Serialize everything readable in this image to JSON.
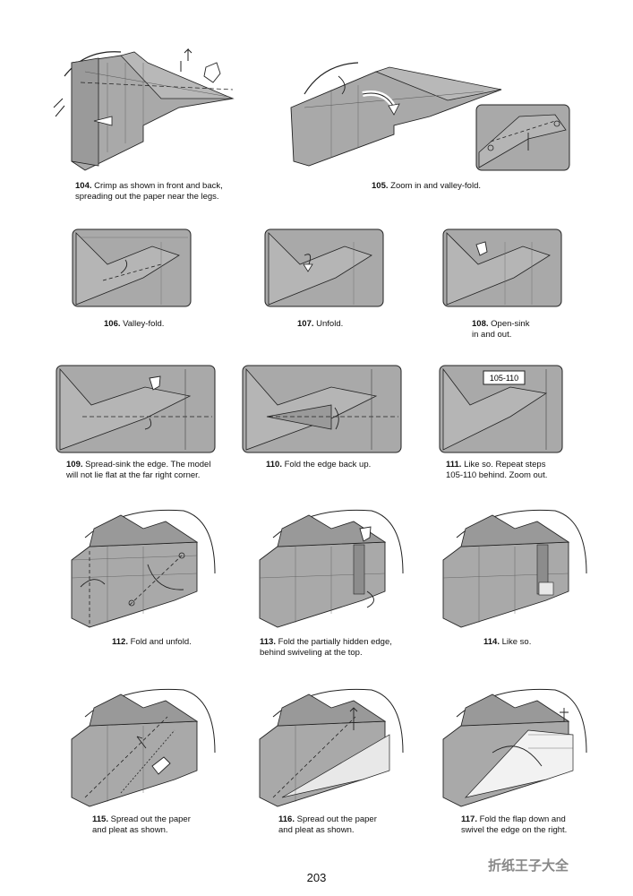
{
  "steps": [
    {
      "num": "104.",
      "text": [
        "Crimp as shown in front and back,",
        "spreading out the paper near the legs."
      ]
    },
    {
      "num": "105.",
      "text": [
        "Zoom in and valley-fold."
      ]
    },
    {
      "num": "106.",
      "text": [
        "Valley-fold."
      ]
    },
    {
      "num": "107.",
      "text": [
        "Unfold."
      ]
    },
    {
      "num": "108.",
      "text": [
        "Open-sink",
        "in and out."
      ]
    },
    {
      "num": "109.",
      "text": [
        "Spread-sink the edge. The model",
        "will not lie flat at the far right corner."
      ]
    },
    {
      "num": "110.",
      "text": [
        "Fold the edge back up."
      ]
    },
    {
      "num": "111.",
      "text": [
        "Like so. Repeat steps",
        "105-110 behind. Zoom out."
      ]
    },
    {
      "num": "112.",
      "text": [
        "Fold and unfold."
      ]
    },
    {
      "num": "113.",
      "text": [
        "Fold the partially hidden edge,",
        "behind swiveling at the top."
      ]
    },
    {
      "num": "114.",
      "text": [
        "Like so."
      ]
    },
    {
      "num": "115.",
      "text": [
        "Spread out the paper",
        "and pleat as shown."
      ]
    },
    {
      "num": "116.",
      "text": [
        "Spread out the paper",
        "and pleat as shown."
      ]
    },
    {
      "num": "117.",
      "text": [
        "Fold the flap down and",
        "swivel the edge on the right."
      ]
    }
  ],
  "repeat_label": "105-110",
  "page_number": "203",
  "watermark": "折纸王子大全",
  "colors": {
    "paper": "#a9a9a9",
    "paper_dark": "#8c8c8c",
    "paper_light": "#e8e8e8",
    "line": "#222222"
  }
}
